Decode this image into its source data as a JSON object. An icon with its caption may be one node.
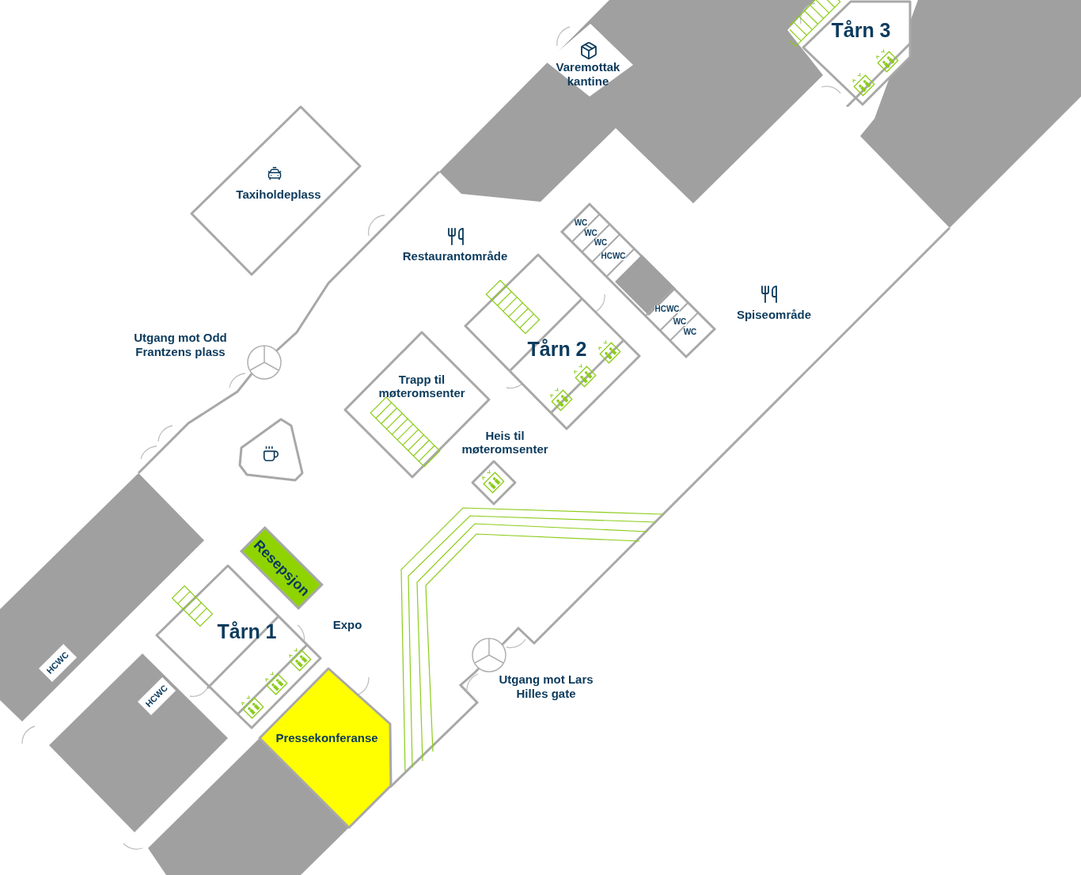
{
  "diagram": {
    "nodes": [
      {
        "text": [
          "Taxiholdeplass"
        ]
      },
      {
        "text": [
          "Tårn 3"
        ]
      },
      {
        "text": [
          "WC"
        ]
      },
      {
        "text": [
          "WC"
        ]
      },
      {
        "text": [
          "WC"
        ]
      },
      {
        "text": [
          "HCWC"
        ]
      },
      {
        "text": [
          "Tårn 2"
        ]
      },
      {
        "text": [
          "HCWC"
        ]
      },
      {
        "text": [
          "WC"
        ]
      },
      {
        "text": [
          "WC"
        ]
      },
      {
        "text": [
          "Trapp til møteromsenter"
        ]
      },
      {
        "text": [
          "Heis til møteromsenter"
        ]
      },
      {
        "text": [],
        "shape": "box"
      },
      {
        "text": [
          "Resepsjon"
        ]
      },
      {
        "text": [
          "Tårn 1"
        ]
      },
      {
        "text": [
          "HCWC"
        ]
      },
      {
        "text": [
          "HCWC"
        ]
      },
      {
        "text": [
          "Pressekonferanse"
        ]
      }
    ],
    "labels": [
      "Varemottak kantine",
      "Restaurantområde",
      "Spiseområde",
      "Utgang mot Odd Frantzens plass",
      "Expo",
      "Utgang mot Lars Hilles gate"
    ]
  }
}
